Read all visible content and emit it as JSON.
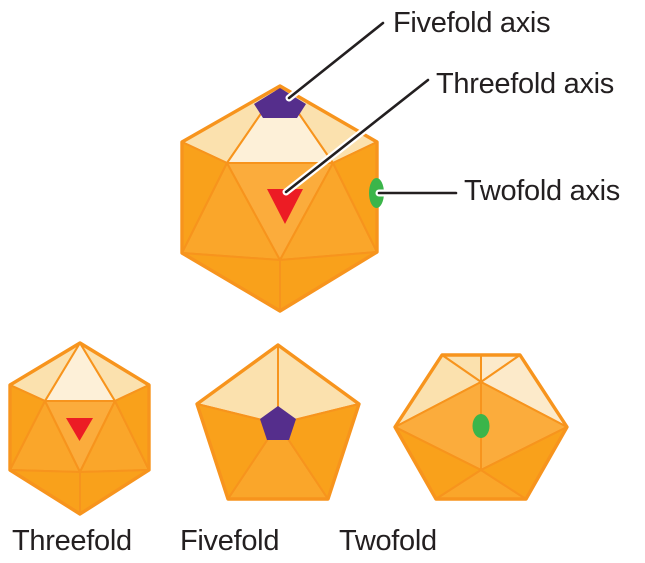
{
  "figure": {
    "type": "icosahedral-symmetry-diagram",
    "annotations": {
      "fivefold_axis": "Fivefold axis",
      "threefold_axis": "Threefold axis",
      "twofold_axis": "Twofold axis"
    },
    "views": {
      "threefold": "Threefold",
      "fivefold": "Fivefold",
      "twofold": "Twofold"
    },
    "markers": {
      "fivefold": "purple-pentagon",
      "threefold": "red-triangle",
      "twofold": "green-ellipse"
    }
  },
  "palette": {
    "background": "#FFFFFF",
    "face_orange": "#F9A11B",
    "face_amber": "#FAA62A",
    "face_center": "#FBAC3C",
    "cap_pale": "#FBE1AE",
    "cap_palest": "#FDF0D8",
    "cap_paler": "#FCEACA",
    "edge": "#F7941D",
    "pentagon_purple": "#552E8C",
    "triangle_red": "#EC1C24",
    "ellipse_green": "#3BB54A",
    "text": "#231F20"
  }
}
